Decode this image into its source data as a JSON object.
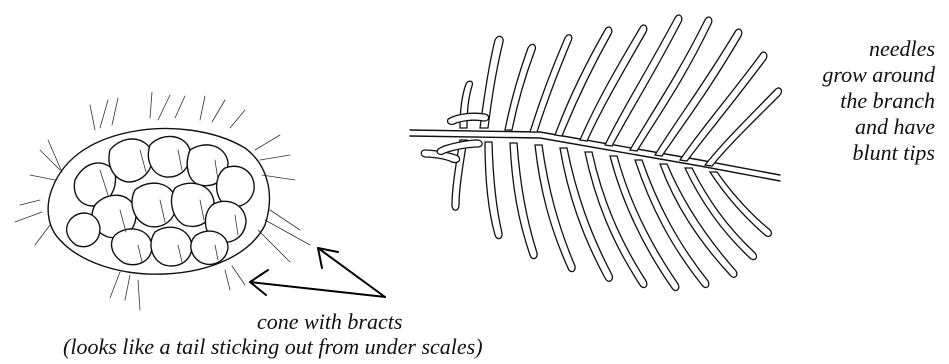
{
  "needles_label": {
    "lines": [
      "needles",
      "grow around",
      "the branch",
      "and have",
      "blunt tips"
    ]
  },
  "cone_label": {
    "line1": "cone with bracts",
    "line2": "(looks like a tail sticking out from under scales)"
  },
  "icons": [
    "pine-cone-drawing",
    "branch-needles-drawing",
    "bract-arrow"
  ]
}
